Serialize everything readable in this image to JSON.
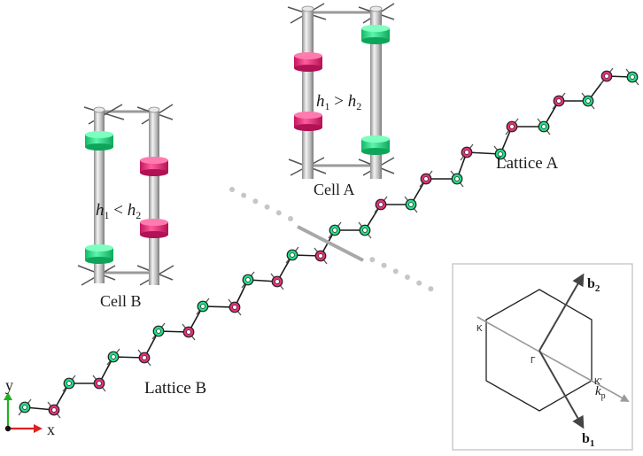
{
  "labels": {
    "cell_a": "Cell A",
    "cell_b": "Cell B",
    "lattice_a": "Lattice A",
    "lattice_b": "Lattice B",
    "cond_a_h1": "h",
    "cond_a_sub1": "1",
    "cond_a_rel": " > ",
    "cond_a_h2": "h",
    "cond_a_sub2": "2",
    "cond_b_h1": "h",
    "cond_b_sub1": "1",
    "cond_b_rel": " < ",
    "cond_b_h2": "h",
    "cond_b_sub2": "2"
  },
  "axes": {
    "x": "x",
    "y": "y"
  },
  "brillouin": {
    "b1": "b",
    "b1_sub": "1",
    "b2": "b",
    "b2_sub": "2",
    "gamma": "Γ",
    "k": "K",
    "k_prime": "K'",
    "kp": "k",
    "kp_sub": "p"
  },
  "colors": {
    "green": "#22e08a",
    "pink": "#e8307a",
    "line": "#1a1a1a",
    "rod": "#c9c9c9",
    "axis_red": "#e02020",
    "axis_green": "#20b020"
  }
}
